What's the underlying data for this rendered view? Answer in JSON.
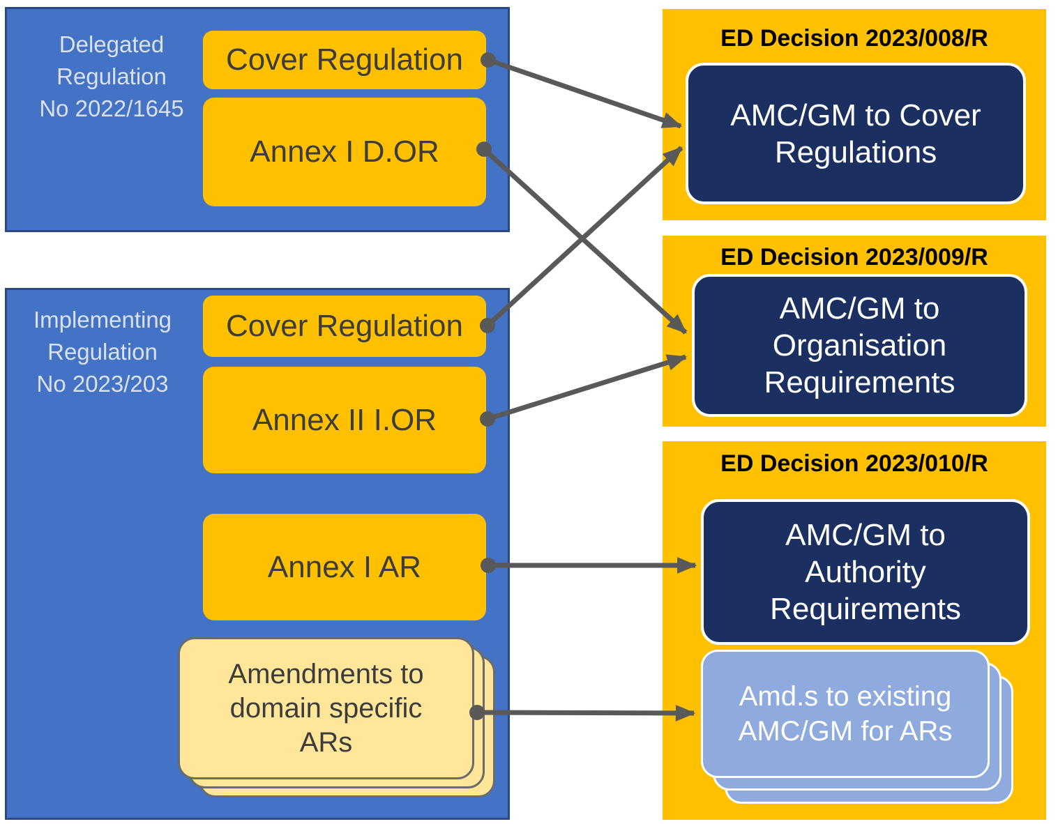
{
  "colors": {
    "panel_blue": "#4472C4",
    "panel_blue_border": "#2B4886",
    "gold": "#FFC000",
    "navy": "#1B3060",
    "light_gold": "#FFE699",
    "light_blue": "#8FAADC",
    "arrow_gray": "#595959",
    "panel_title_text": "#D9E2F3",
    "gold_box_text": "#3C3C3C",
    "ed_title_text": "#000000",
    "navy_box_text": "#FFFFFF"
  },
  "left_panels": [
    {
      "title_lines": [
        "Delegated",
        "Regulation",
        "No 2022/1645"
      ],
      "boxes": [
        {
          "label": "Cover Regulation"
        },
        {
          "label": "Annex I D.OR"
        }
      ]
    },
    {
      "title_lines": [
        "Implementing",
        "Regulation",
        "No 2023/203"
      ],
      "boxes": [
        {
          "label": "Cover Regulation"
        },
        {
          "label": "Annex II I.OR"
        },
        {
          "label": "Annex I AR"
        },
        {
          "label": "Amendments to domain specific ARs",
          "stacked": true
        }
      ]
    }
  ],
  "right_panels": [
    {
      "title": "ED Decision 2023/008/R",
      "box_label": "AMC/GM to Cover Regulations"
    },
    {
      "title": "ED Decision 2023/009/R",
      "box_label": "AMC/GM to Organisation Requirements"
    },
    {
      "title": "ED Decision 2023/010/R",
      "box_label": "AMC/GM to Authority Requirements",
      "stacked_box_label": "Amd.s to existing AMC/GM for ARs"
    }
  ],
  "connections": [
    {
      "from": "Cover Regulation (Delegated Regulation No 2022/1645)",
      "to": "AMC/GM to Cover Regulations"
    },
    {
      "from": "Annex I D.OR",
      "to": "AMC/GM to Organisation Requirements"
    },
    {
      "from": "Cover Regulation (Implementing Regulation No 2023/203)",
      "to": "AMC/GM to Cover Regulations"
    },
    {
      "from": "Annex II I.OR",
      "to": "AMC/GM to Organisation Requirements"
    },
    {
      "from": "Annex I AR",
      "to": "AMC/GM to Authority Requirements"
    },
    {
      "from": "Amendments to domain specific ARs",
      "to": "Amd.s to existing AMC/GM for ARs"
    }
  ]
}
